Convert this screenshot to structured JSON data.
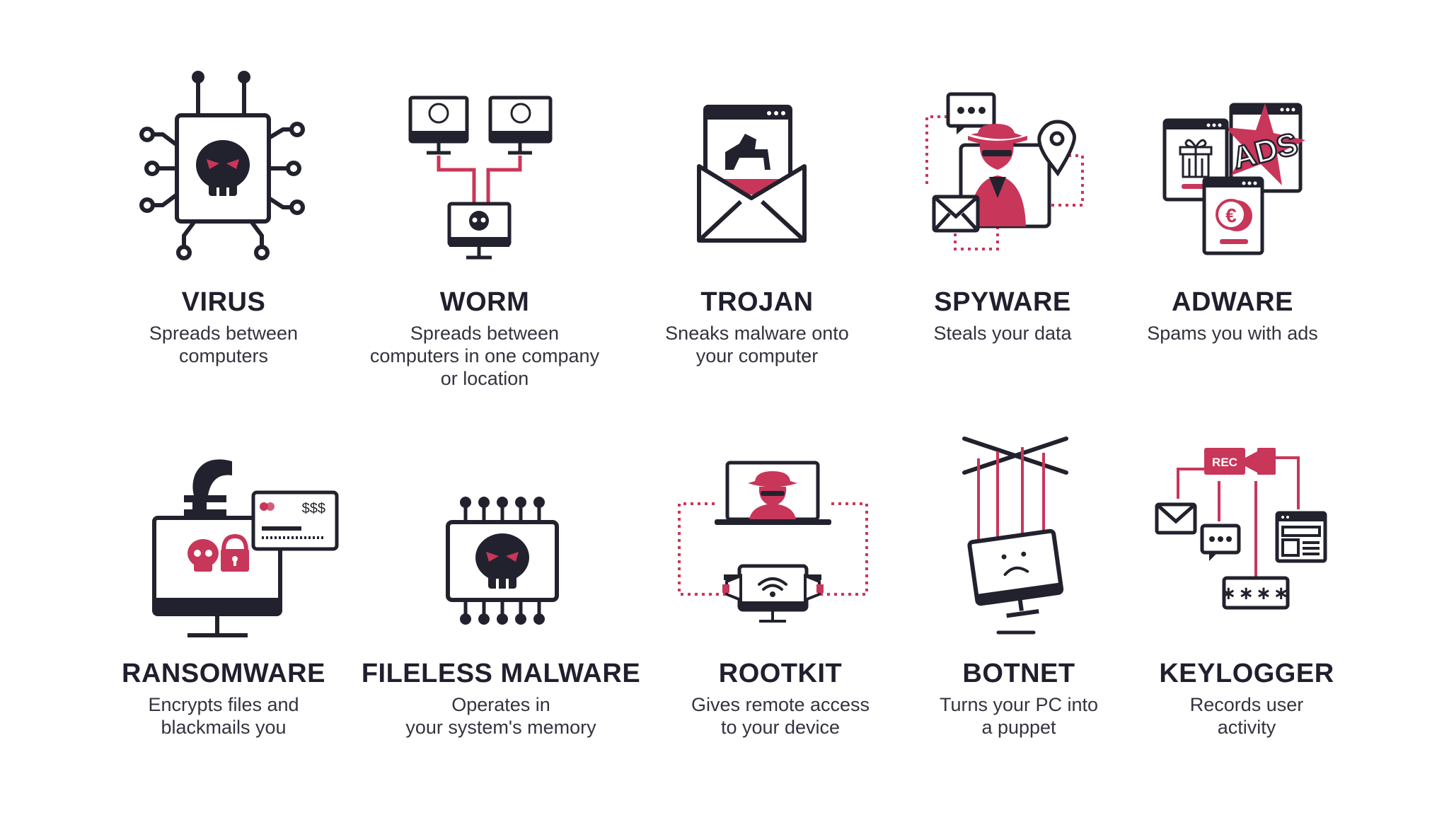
{
  "colors": {
    "ink": "#22222e",
    "accent": "#c8365a",
    "paper": "#ffffff"
  },
  "items": [
    {
      "key": "virus",
      "title": "VIRUS",
      "desc": "Spreads between\ncomputers",
      "icon": "virus-chip-skull-icon"
    },
    {
      "key": "worm",
      "title": "WORM",
      "desc": "Spreads between\ncomputers in one company\nor location",
      "icon": "networked-monitors-icon"
    },
    {
      "key": "trojan",
      "title": "TROJAN",
      "desc": "Sneaks malware onto\nyour computer",
      "icon": "trojan-horse-envelope-icon"
    },
    {
      "key": "spyware",
      "title": "SPYWARE",
      "desc": "Steals your data",
      "icon": "spy-agent-icon"
    },
    {
      "key": "adware",
      "title": "ADWARE",
      "desc": "Spams you with ads",
      "icon": "ad-windows-icon"
    },
    {
      "key": "ransomware",
      "title": "RANSOMWARE",
      "desc": "Encrypts files and\nblackmails you",
      "icon": "locked-monitor-euro-icon"
    },
    {
      "key": "fileless",
      "title": "FILELESS MALWARE",
      "desc": "Operates in\nyour system's memory",
      "icon": "memory-chip-skull-icon"
    },
    {
      "key": "rootkit",
      "title": "ROOTKIT",
      "desc": "Gives remote access\nto your device",
      "icon": "remote-spy-laptop-icon"
    },
    {
      "key": "botnet",
      "title": "BOTNET",
      "desc": "Turns your PC into\na puppet",
      "icon": "puppet-monitor-icon"
    },
    {
      "key": "keylogger",
      "title": "KEYLOGGER",
      "desc": "Records user\nactivity",
      "icon": "recording-keyboard-icon"
    }
  ],
  "icon_text": {
    "money": "$$$",
    "ads": "ADS",
    "euro": "€",
    "rec": "REC",
    "password": "∗∗∗∗",
    "dots": "ooo"
  }
}
